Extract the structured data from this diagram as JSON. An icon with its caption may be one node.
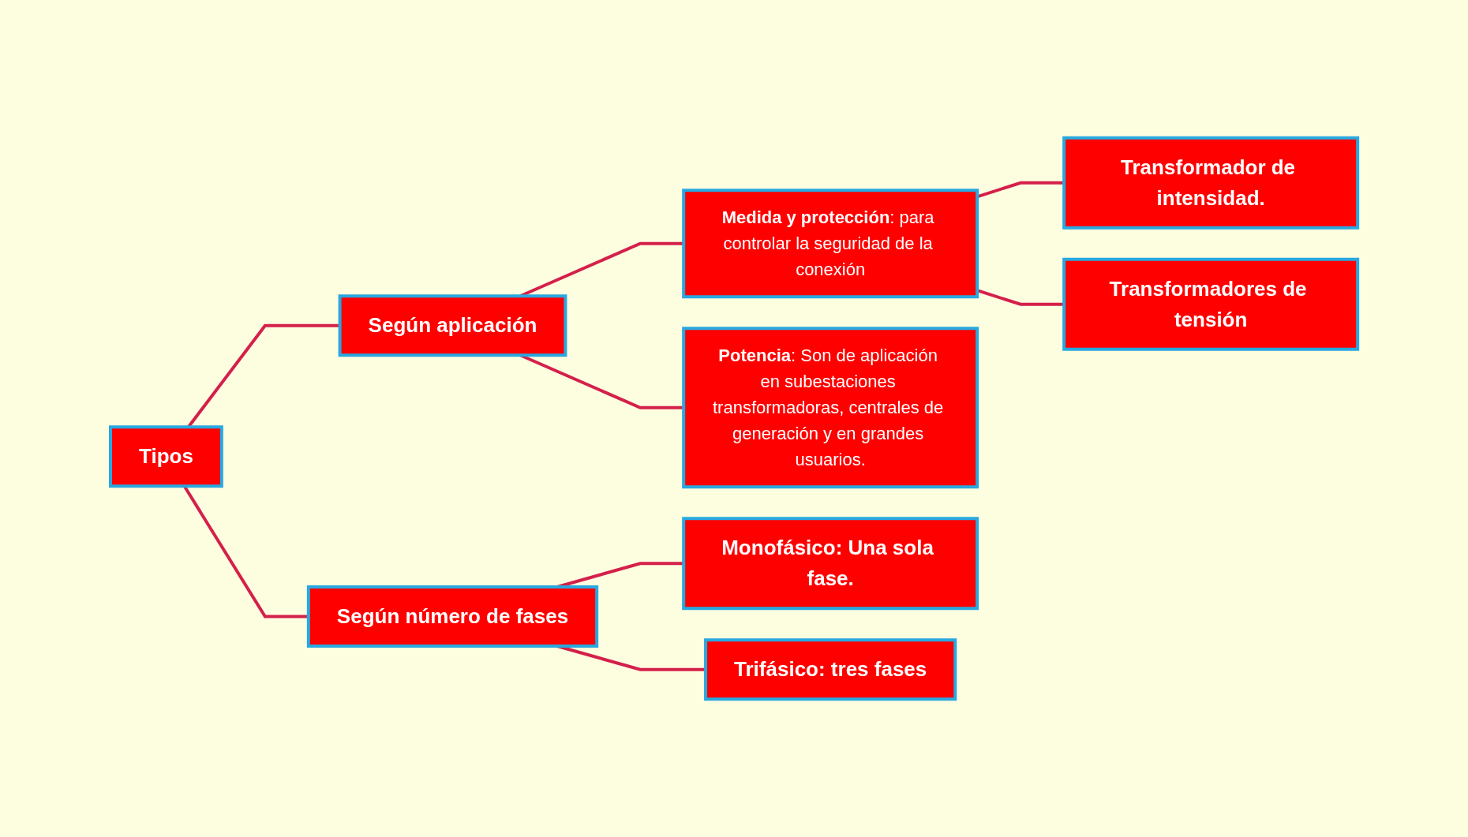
{
  "diagram": {
    "nodes": [
      {
        "text": [
          "Tipos"
        ]
      },
      {
        "text": [
          "Según aplicación"
        ]
      },
      {
        "text": [
          "**Medida y protección**: para controlar la seguridad de la conexión"
        ]
      },
      {
        "text": [
          "**Transformador de intensidad**."
        ]
      },
      {
        "text": [
          "Transformadores de tensión"
        ]
      },
      {
        "text": [
          "**Potencia**: Son de aplicación en subestaciones transformadoras, centrales de generación y en grandes usuarios."
        ]
      },
      {
        "text": [
          "Según número de fases"
        ]
      },
      {
        "text": [
          "Monofásico: Una sola fase."
        ]
      },
      {
        "text": [
          "Trifásico: tres fases"
        ]
      }
    ],
    "edges": [
      {
        "from": 0,
        "to": 1,
        "arrow": "none"
      },
      {
        "from": 0,
        "to": 6,
        "arrow": "none"
      },
      {
        "from": 1,
        "to": 2,
        "arrow": "none"
      },
      {
        "from": 1,
        "to": 5,
        "arrow": "none"
      },
      {
        "from": 2,
        "to": 3,
        "arrow": "none"
      },
      {
        "from": 2,
        "to": 4,
        "arrow": "none"
      },
      {
        "from": 6,
        "to": 7,
        "arrow": "none"
      },
      {
        "from": 6,
        "to": 8,
        "arrow": "none"
      }
    ]
  }
}
